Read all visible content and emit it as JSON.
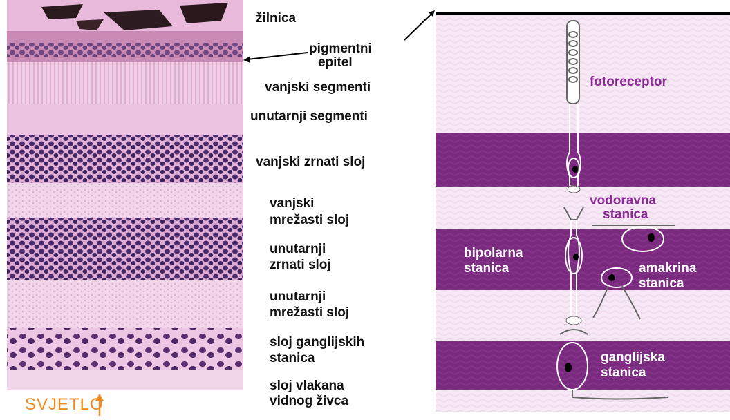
{
  "micrograph_labels": {
    "choroid": "žilnica",
    "pigment_epithelium_1": "pigmentni",
    "pigment_epithelium_2": "epitel",
    "outer_segments": "vanjski segmenti",
    "inner_segments": "unutarnji segmenti",
    "outer_nuclear": "vanjski zrnati sloj",
    "outer_plexiform_1": "vanjski",
    "outer_plexiform_2": "mrežasti sloj",
    "inner_nuclear_1": "unutarnji",
    "inner_nuclear_2": "zrnati sloj",
    "inner_plexiform_1": "unutarnji",
    "inner_plexiform_2": "mrežasti sloj",
    "ganglion_layer_1": "sloj ganglijskih",
    "ganglion_layer_2": "stanica",
    "nerve_fiber_1": "sloj vlakana",
    "nerve_fiber_2": "vidnog živca"
  },
  "light_label": "SVJETLO",
  "schematic_labels": {
    "photoreceptor": "fotoreceptor",
    "horizontal_1": "vodoravna",
    "horizontal_2": "stanica",
    "bipolar_1": "bipolarna",
    "bipolar_2": "stanica",
    "amacrine_1": "amakrina",
    "amacrine_2": "stanica",
    "ganglion_1": "ganglijska",
    "ganglion_2": "stanica"
  },
  "colors": {
    "light_arrow": "#f08a1e",
    "schematic_label_purple": "#8a2a95",
    "schematic_band_dark": "#7a2a7f",
    "schematic_band_light": "#f6e7f4"
  }
}
